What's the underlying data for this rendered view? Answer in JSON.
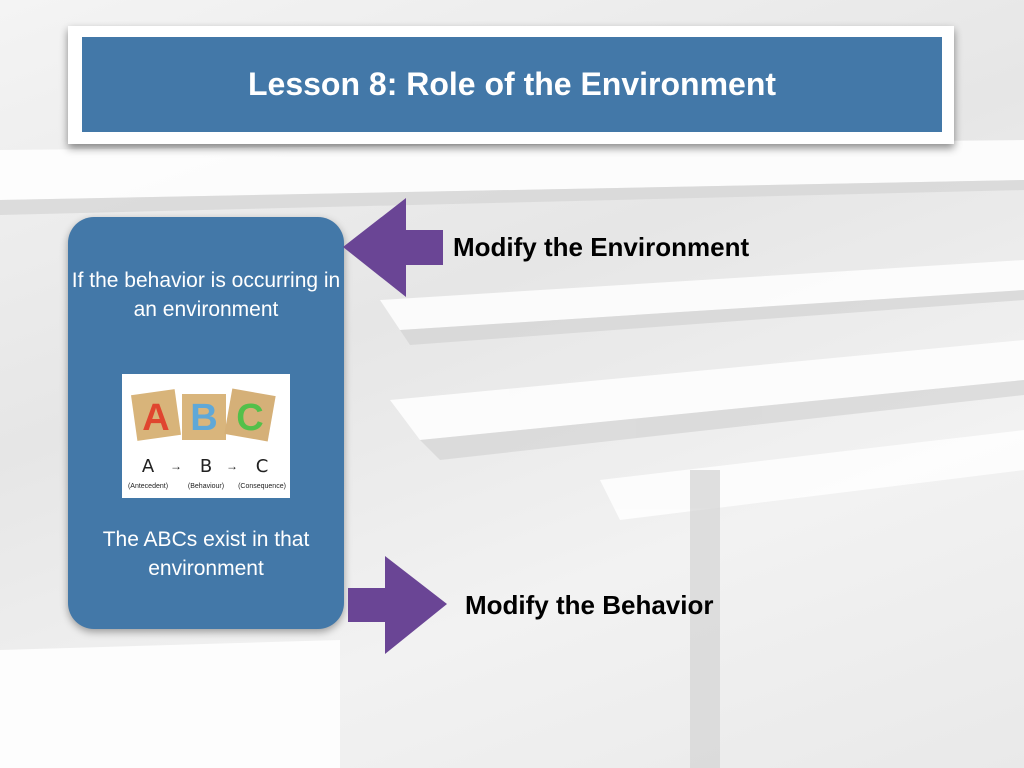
{
  "title": "Lesson 8: Role of the Environment",
  "card": {
    "text_top": "If the behavior is occurring in an environment",
    "text_bottom": "The ABCs exist in that environment",
    "image": {
      "letters": [
        "A",
        "B",
        "C"
      ],
      "labels": [
        "(Antecedent)",
        "(Behaviour)",
        "(Consequence)"
      ],
      "arrow": "→"
    }
  },
  "actions": {
    "environment": "Modify the Environment",
    "behavior": "Modify the Behavior"
  },
  "colors": {
    "blue": "#4378a8",
    "purple": "#6a4595"
  }
}
